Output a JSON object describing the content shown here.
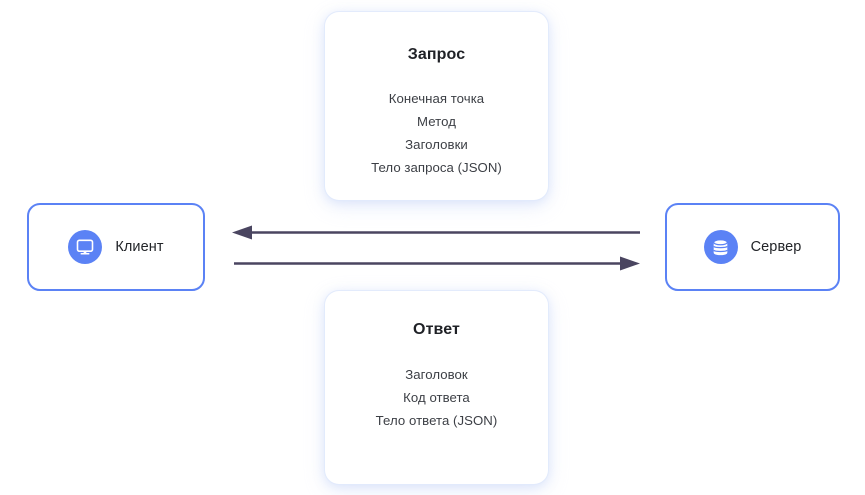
{
  "diagram": {
    "title": "Client-server request/response interaction",
    "background": "#ffffff",
    "accent_color": "#5b82f5",
    "arrow_color": "#4a4560",
    "text_color": "#3c3f45",
    "title_color": "#1f2126"
  },
  "nodes": {
    "client": {
      "label": "Клиент",
      "icon": "monitor-icon",
      "border_color": "#5b82f5",
      "badge_color": "#5b82f5"
    },
    "server": {
      "label": "Сервер",
      "icon": "database-icon",
      "border_color": "#5b82f5",
      "badge_color": "#5b82f5"
    }
  },
  "cards": {
    "request": {
      "title": "Запрос",
      "lines": [
        "Конечная точка",
        "Метод",
        "Заголовки",
        "Тело запроса (JSON)"
      ]
    },
    "response": {
      "title": "Ответ",
      "lines": [
        "Заголовок",
        "Код ответа",
        "Тело ответа (JSON)"
      ]
    }
  },
  "arrows": [
    {
      "name": "response-arrow",
      "direction": "left",
      "from": "server",
      "to": "client",
      "color": "#4a4560"
    },
    {
      "name": "request-arrow",
      "direction": "right",
      "from": "client",
      "to": "server",
      "color": "#4a4560"
    }
  ]
}
